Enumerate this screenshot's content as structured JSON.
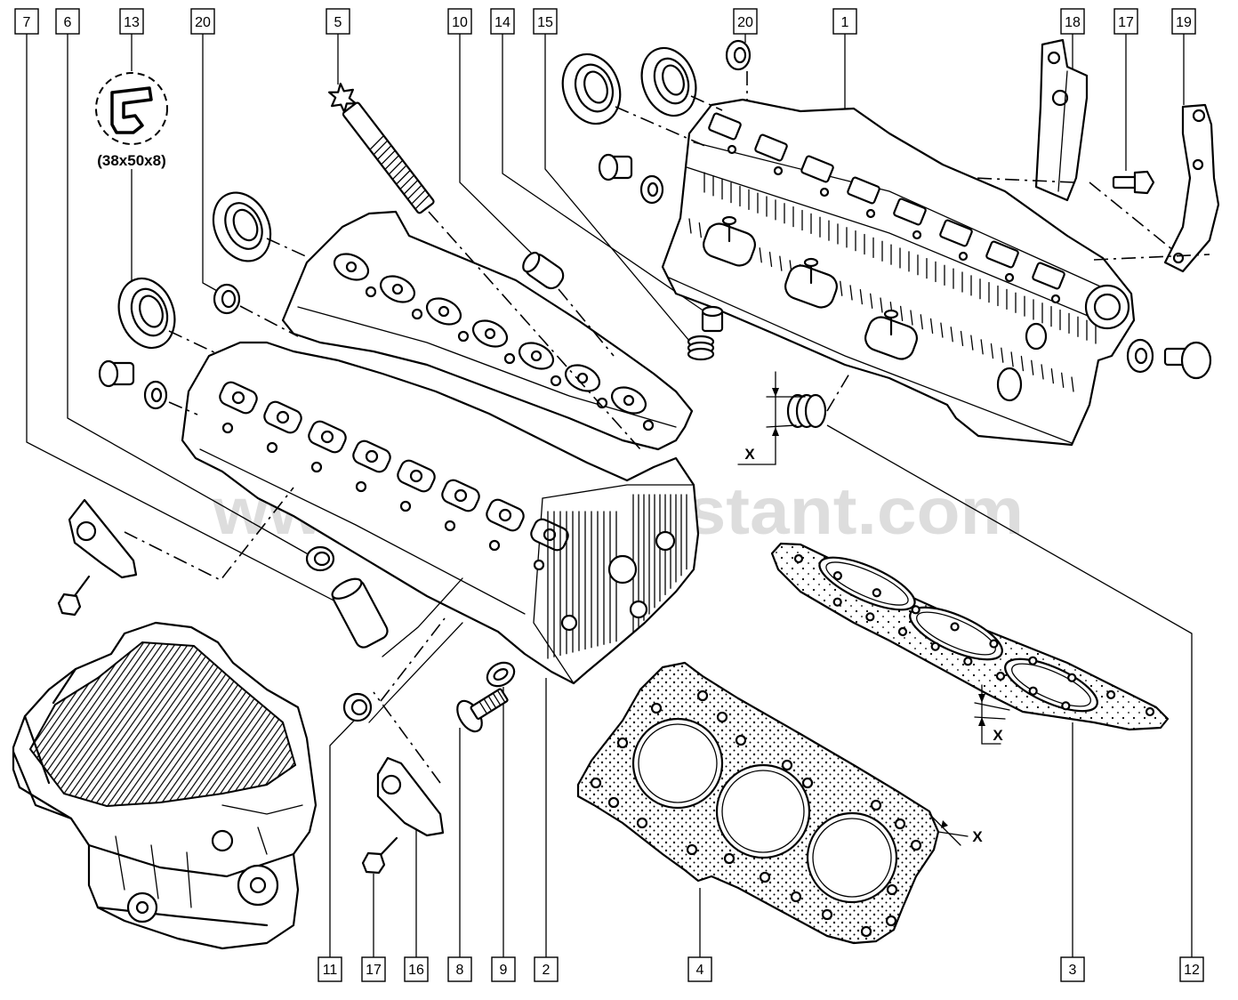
{
  "callouts_top": [
    "7",
    "6",
    "13",
    "20",
    "5",
    "10",
    "14",
    "15",
    "20",
    "1",
    "18",
    "17",
    "19"
  ],
  "callouts_bottom": [
    "11",
    "17",
    "16",
    "8",
    "9",
    "2",
    "4",
    "3",
    "12"
  ],
  "seal_size_label": "(38x50x8)",
  "dimension_labels": [
    "X",
    "X",
    "X"
  ],
  "watermark": "www.autoassistant.com",
  "icons": {
    "seal_profile": "seal-profile-icon"
  },
  "colors": {
    "line": "#000000",
    "background": "#ffffff",
    "watermark": "#dddddd"
  }
}
